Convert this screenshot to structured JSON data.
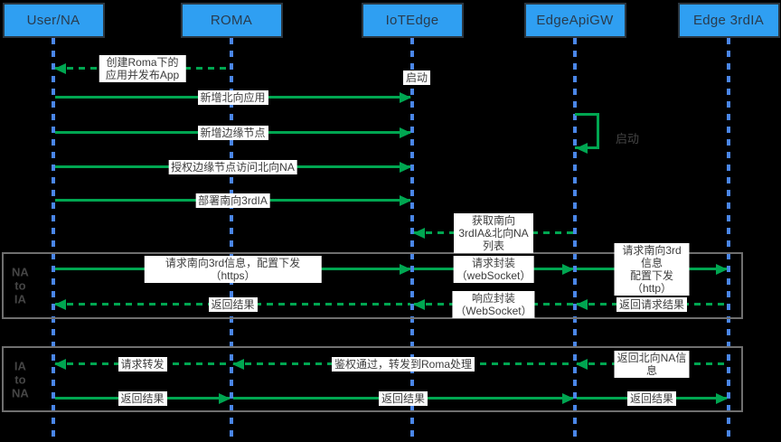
{
  "colors": {
    "background": "#000000",
    "actor_fill": "#2f9ff2",
    "actor_border": "#2b3640",
    "actor_text": "#293b4d",
    "lifeline": "#4a86e8",
    "arrow": "#00a651",
    "label_bg": "#ffffff",
    "label_text": "#3c3c3c",
    "group_border": "#6f6f6f",
    "group_label": "#454545"
  },
  "actors": [
    {
      "label": "User/NA"
    },
    {
      "label": "ROMA"
    },
    {
      "label": "IoTEdge"
    },
    {
      "label": "EdgeApiGW"
    },
    {
      "label": "Edge 3rdIA"
    }
  ],
  "notes": [
    {
      "text": "启动",
      "near_actor": "IoTEdge"
    }
  ],
  "self_loop": {
    "actor": "EdgeApiGW",
    "label": "启动"
  },
  "groups": [
    {
      "label_lines": "NA\nto\nIA"
    },
    {
      "label_lines": "IA\nto\nNA"
    }
  ],
  "messages": [
    {
      "from": 1,
      "to": 0,
      "line": "dashed",
      "label": "创建Roma下的应用并发布App"
    },
    {
      "from": 0,
      "to": 2,
      "line": "solid",
      "label": "新增北向应用"
    },
    {
      "from": 0,
      "to": 2,
      "line": "solid",
      "label": "新增边缘节点"
    },
    {
      "from": 0,
      "to": 2,
      "line": "solid",
      "label": "授权边缘节点访问北向NA"
    },
    {
      "from": 0,
      "to": 2,
      "line": "solid",
      "label": "部署南向3rdIA"
    },
    {
      "from": 3,
      "to": 2,
      "line": "dashed",
      "label": "获取南向3rdIA&北向NA列表"
    },
    {
      "from": 0,
      "to": 2,
      "line": "solid",
      "label": "请求南向3rd信息，配置下发（https）"
    },
    {
      "from": 2,
      "to": 3,
      "line": "solid",
      "label": "请求封装（webSocket）"
    },
    {
      "from": 3,
      "to": 4,
      "line": "solid",
      "label": "请求南向3rd信息\n配置下发（http）"
    },
    {
      "from": 4,
      "to": 3,
      "line": "dashed",
      "label": "返回请求结果"
    },
    {
      "from": 3,
      "to": 2,
      "line": "dashed",
      "label": "响应封装（WebSocket）"
    },
    {
      "from": 2,
      "to": 0,
      "line": "dashed",
      "label": "返回结果"
    },
    {
      "from": 4,
      "to": 3,
      "line": "dashed",
      "label": "返回北向NA信息"
    },
    {
      "from": 3,
      "to": 1,
      "line": "dashed",
      "label": "鉴权通过，转发到Roma处理"
    },
    {
      "from": 1,
      "to": 0,
      "line": "dashed",
      "label": "请求转发"
    },
    {
      "from": 0,
      "to": 1,
      "line": "solid",
      "label": "返回结果"
    },
    {
      "from": 1,
      "to": 3,
      "line": "solid",
      "label": "返回结果"
    },
    {
      "from": 3,
      "to": 4,
      "line": "solid",
      "label": "返回结果"
    }
  ]
}
